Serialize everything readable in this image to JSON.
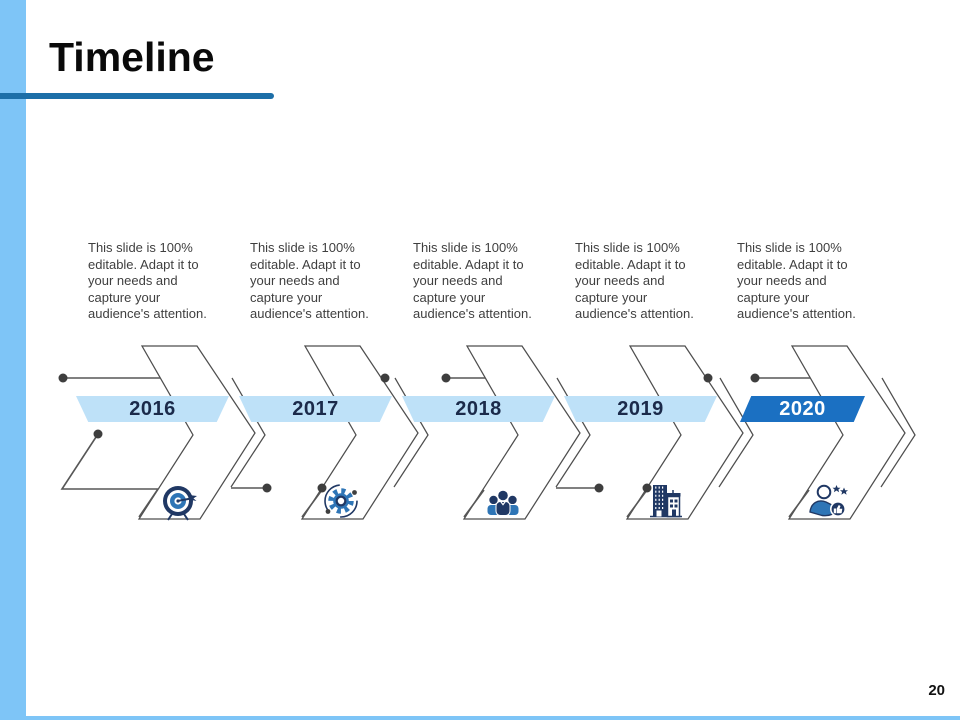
{
  "slide": {
    "title": "Timeline",
    "page_number": "20"
  },
  "milestones": [
    {
      "year": "2016",
      "description": "This slide is 100% editable. Adapt it to your needs and capture your audience's attention.",
      "icon": "target-dart-icon",
      "band_style": "light"
    },
    {
      "year": "2017",
      "description": "This slide is 100% editable. Adapt it to your needs and capture your audience's attention.",
      "icon": "process-gear-icon",
      "band_style": "light"
    },
    {
      "year": "2018",
      "description": "This slide is 100% editable. Adapt it to your needs and capture your audience's attention.",
      "icon": "team-icon",
      "band_style": "light"
    },
    {
      "year": "2019",
      "description": "This slide is 100% editable. Adapt it to your needs and capture your audience's attention.",
      "icon": "office-building-icon",
      "band_style": "light"
    },
    {
      "year": "2020",
      "description": "This slide is 100% editable. Adapt it to your needs and capture your audience's attention.",
      "icon": "customer-rating-icon",
      "band_style": "dark"
    }
  ],
  "colors": {
    "strip": "#7EC5F7",
    "underline": "#1D6FA8",
    "band_light": "#BEE1F8",
    "band_dark": "#1B70C2",
    "band_text": "#1B2A4A",
    "band_text_inverse": "#FFFFFF",
    "text_body": "#3F3F3F",
    "outline": "#4E4E4E",
    "connector": "#575757",
    "dot": "#3E3E3E",
    "icon_navy": "#203864",
    "icon_blue": "#2E75B6",
    "title": "#0A0A0A",
    "page_number": "#111111"
  }
}
